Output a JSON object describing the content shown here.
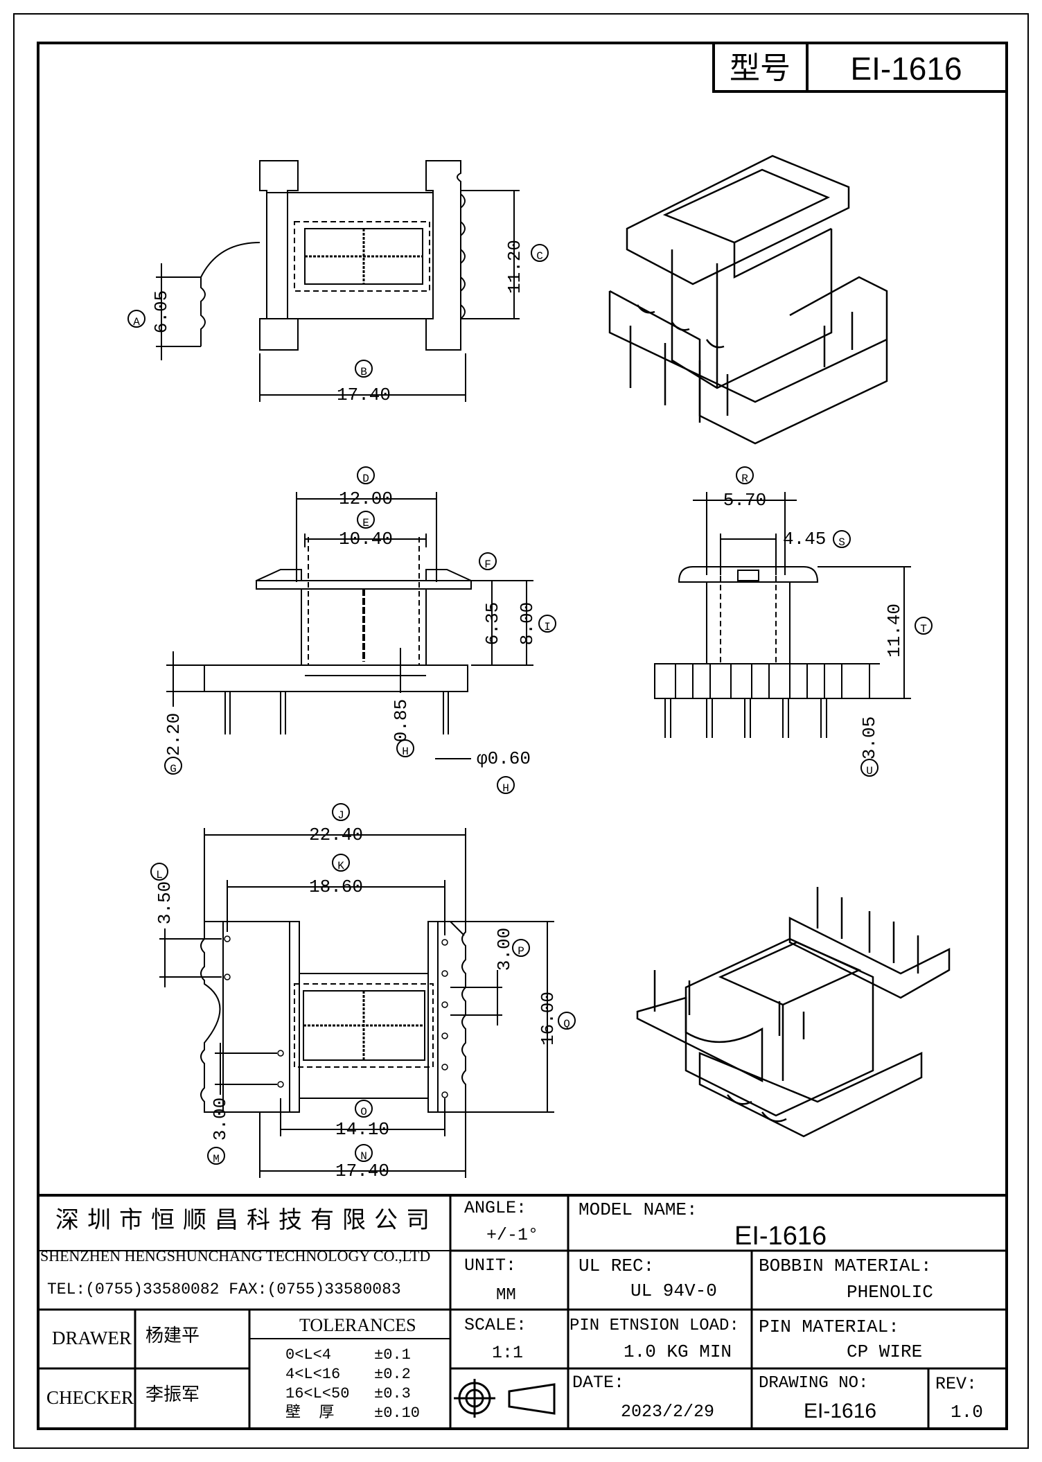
{
  "header": {
    "type_label": "型号",
    "model": "EI-1616"
  },
  "dimensions": {
    "A": "6.05",
    "B": "17.40",
    "C": "11.20",
    "D": "12.00",
    "E": "10.40",
    "I": "8.00",
    "F_val": "6.35",
    "G": "2.20",
    "H": "0.85",
    "H2": "φ0.60",
    "R": "5.70",
    "S": "4.45",
    "T": "11.40",
    "U": "3.05",
    "J": "22.40",
    "K": "18.60",
    "L": "3.50",
    "P": "3.00",
    "Q": "16.00",
    "M": "3.00",
    "O": "14.10",
    "N": "17.40"
  },
  "markers": [
    "A",
    "B",
    "C",
    "D",
    "E",
    "F",
    "G",
    "H",
    "I",
    "J",
    "K",
    "L",
    "M",
    "N",
    "O",
    "P",
    "Q",
    "R",
    "S",
    "T",
    "U"
  ],
  "title_block": {
    "company_cn": "深圳市恒顺昌科技有限公司",
    "company_en": "SHENZHEN HENGSHUNCHANG TECHNOLOGY CO.,LTD",
    "contact": "TEL:(0755)33580082 FAX:(0755)33580083",
    "angle_label": "ANGLE:",
    "angle_value": "+/-1°",
    "model_name_label": "MODEL NAME:",
    "model_name": "EI-1616",
    "unit_label": "UNIT:",
    "unit_value": "MM",
    "ul_rec_label": "UL REC:",
    "ul_rec_value": "UL 94V-0",
    "bobbin_material_label": "BOBBIN MATERIAL:",
    "bobbin_material_value": "PHENOLIC",
    "drawer_label": "DRAWER",
    "drawer_name": "杨建平",
    "checker_label": "CHECKER",
    "checker_name": "李振军",
    "tolerances_label": "TOLERANCES",
    "tolerances": [
      {
        "range": "0<L<4",
        "tol": "±0.1"
      },
      {
        "range": "4<L<16",
        "tol": "±0.2"
      },
      {
        "range": "16<L<50",
        "tol": "±0.3"
      },
      {
        "range": "壁  厚",
        "tol": "±0.10"
      }
    ],
    "scale_label": "SCALE:",
    "scale_value": "1:1",
    "pin_load_label": "PIN ETNSION LOAD:",
    "pin_load_value": "1.0 KG MIN",
    "pin_material_label": "PIN MATERIAL:",
    "pin_material_value": "CP WIRE",
    "date_label": "DATE:",
    "date_value": "2023/2/29",
    "drawing_no_label": "DRAWING NO:",
    "drawing_no_value": "EI-1616",
    "rev_label": "REV:",
    "rev_value": "1.0"
  }
}
